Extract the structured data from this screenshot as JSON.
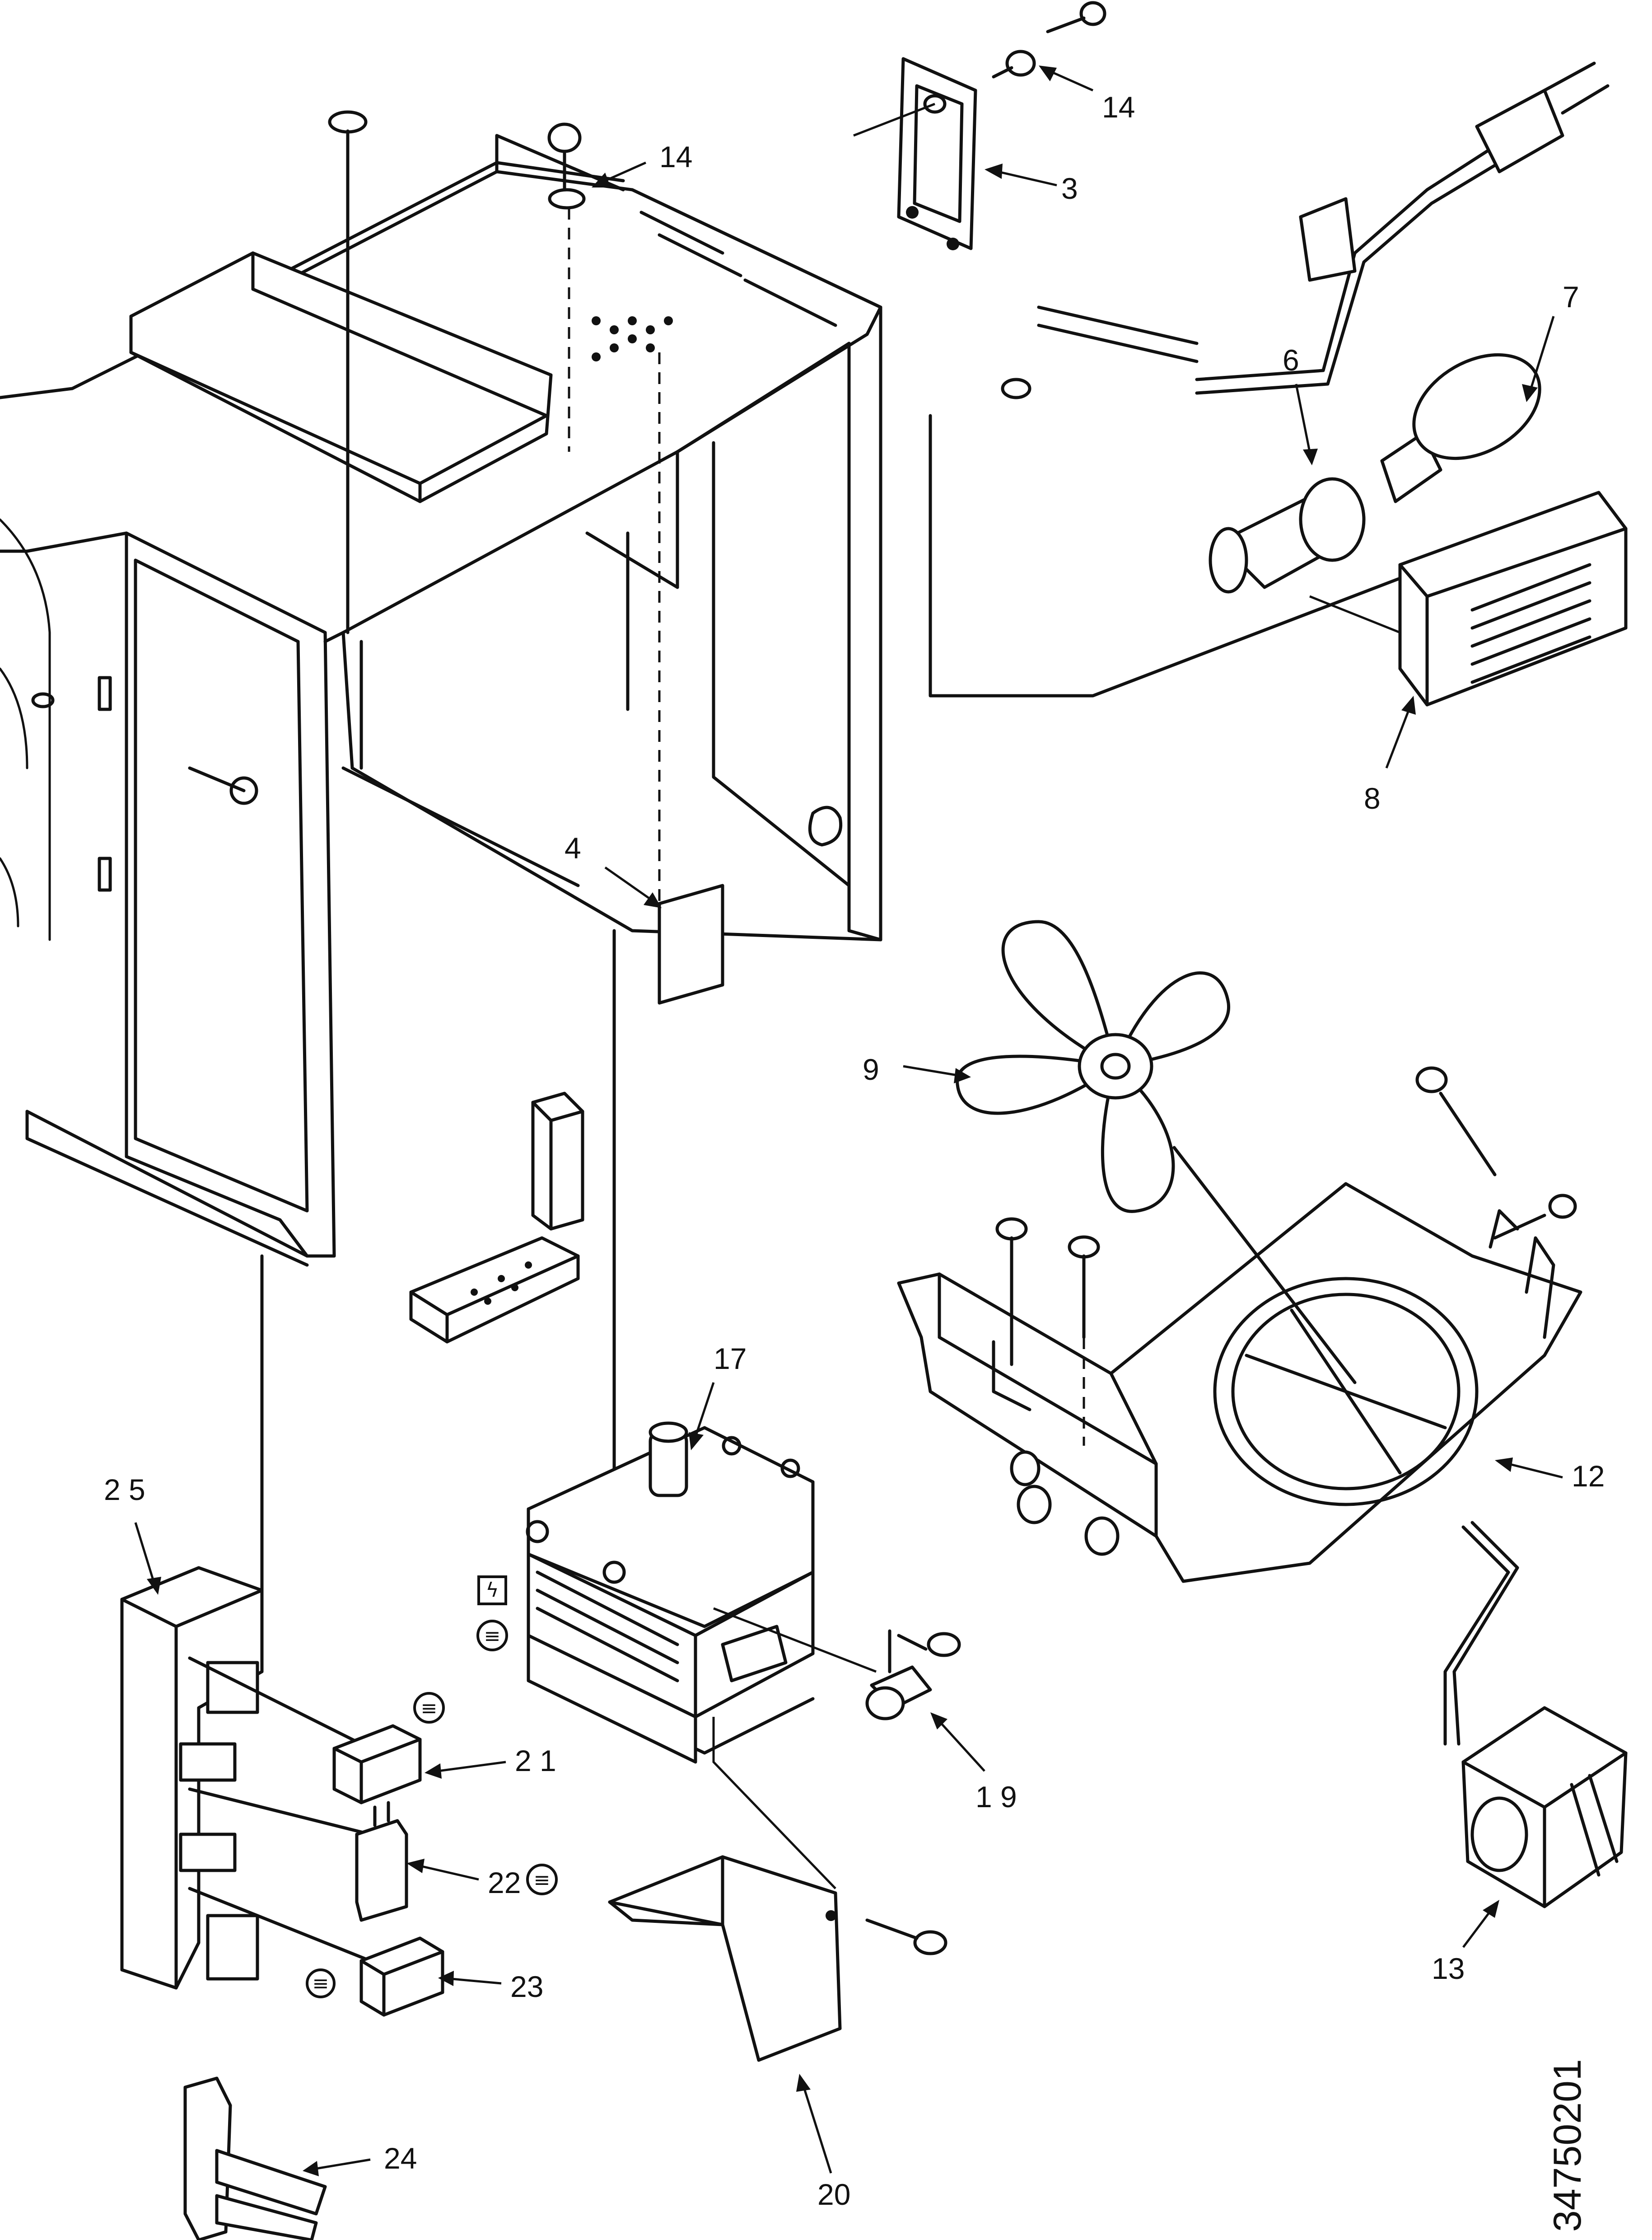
{
  "callouts": [
    {
      "id": "c14a",
      "text": "14"
    },
    {
      "id": "c3",
      "text": "3"
    },
    {
      "id": "c14b",
      "text": "14"
    },
    {
      "id": "c7",
      "text": "7"
    },
    {
      "id": "c6",
      "text": "6"
    },
    {
      "id": "c8",
      "text": "8"
    },
    {
      "id": "c4",
      "text": "4"
    },
    {
      "id": "c9",
      "text": "9"
    },
    {
      "id": "c12",
      "text": "12"
    },
    {
      "id": "c17",
      "text": "17"
    },
    {
      "id": "c25",
      "text": "2 5"
    },
    {
      "id": "c21",
      "text": "2 1"
    },
    {
      "id": "c22",
      "text": "22"
    },
    {
      "id": "c23",
      "text": "23"
    },
    {
      "id": "c19",
      "text": "1 9"
    },
    {
      "id": "c20",
      "text": "20"
    },
    {
      "id": "c13",
      "text": "13"
    },
    {
      "id": "c24",
      "text": "24"
    }
  ],
  "drawing_code": "34750201",
  "symbols": {
    "warning": "ϟ",
    "ground": "≡"
  }
}
